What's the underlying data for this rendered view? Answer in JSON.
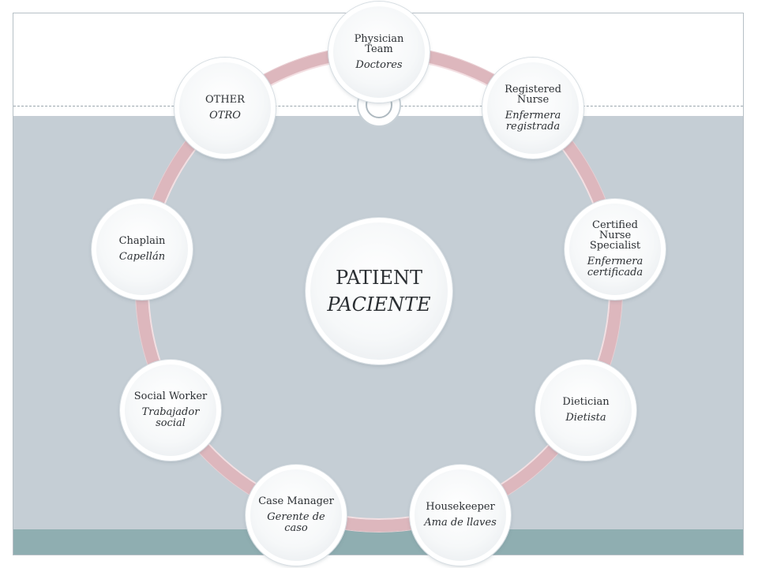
{
  "center": {
    "en": "PATIENT",
    "es": "PACIENTE"
  },
  "nodes": [
    {
      "en": "Physician Team",
      "es": "Doctores"
    },
    {
      "en": "Registered Nurse",
      "es": "Enfermera registrada"
    },
    {
      "en": "Certified Nurse Specialist",
      "es": "Enfermera certificada"
    },
    {
      "en": "Dietician",
      "es": "Dietista"
    },
    {
      "en": "Housekeeper",
      "es": "Ama de llaves"
    },
    {
      "en": "Case Manager",
      "es": "Gerente de caso"
    },
    {
      "en": "Social Worker",
      "es": "Trabajador social"
    },
    {
      "en": "Chaplain",
      "es": "Capellán"
    },
    {
      "en": "OTHER",
      "es": "OTRO"
    }
  ],
  "colors": {
    "ring": "#ddb7bd",
    "band_mid": "#c5ced5",
    "band_bottom": "#8faeb1"
  }
}
